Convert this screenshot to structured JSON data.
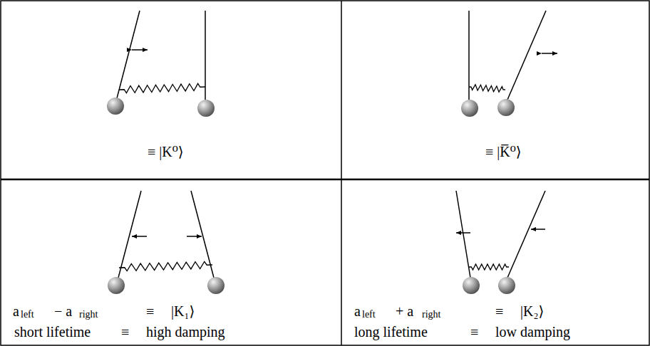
{
  "diagram": {
    "labels": [
      "≡ |K⁰⟩",
      "≡ |K̅⁰⟩",
      "a",
      "left",
      "− a",
      "right",
      "≡",
      "|K₁⟩",
      "short lifetime",
      "≡",
      "high damping",
      "a",
      "left",
      "+ a",
      "right",
      "≡",
      "|K₂⟩",
      "long lifetime",
      "≡",
      "low damping"
    ]
  }
}
